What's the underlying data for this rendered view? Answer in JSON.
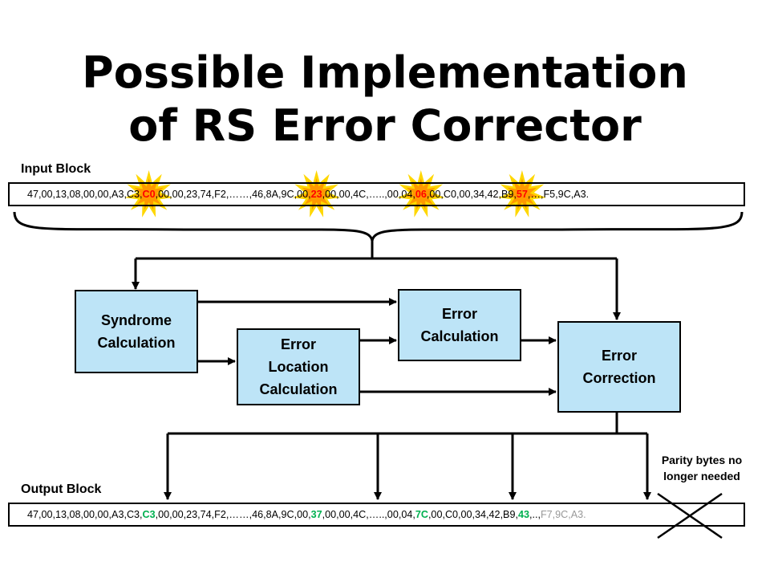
{
  "title": {
    "line1": "Possible Implementation",
    "line2": "of RS Error Corrector"
  },
  "input_block": {
    "label": "Input Block",
    "segments": [
      {
        "text": "47,00,13,08,00,00,A3,C3,",
        "kind": "normal"
      },
      {
        "text": "C0",
        "kind": "error"
      },
      {
        "text": ",00,00,23,74,F2,……,46,8A,9C,00,",
        "kind": "normal"
      },
      {
        "text": "23",
        "kind": "error"
      },
      {
        "text": ",00,00,4C,…..,00,04,",
        "kind": "normal"
      },
      {
        "text": "06",
        "kind": "error"
      },
      {
        "text": ",00,C0,00,34,42,B9,",
        "kind": "normal"
      },
      {
        "text": "57",
        "kind": "error"
      },
      {
        "text": ",…,F5,9C,A3.",
        "kind": "normal"
      }
    ]
  },
  "output_block": {
    "label": "Output Block",
    "segments": [
      {
        "text": "47,00,13,08,00,00,A3,C3,",
        "kind": "normal"
      },
      {
        "text": "C3",
        "kind": "corrected"
      },
      {
        "text": ",00,00,23,74,F2,……,46,8A,9C,00,",
        "kind": "normal"
      },
      {
        "text": "37",
        "kind": "corrected"
      },
      {
        "text": ",00,00,4C,…..,00,04,",
        "kind": "normal"
      },
      {
        "text": "7C",
        "kind": "corrected"
      },
      {
        "text": ",00,C0,00,34,42,B9,",
        "kind": "normal"
      },
      {
        "text": "43",
        "kind": "corrected"
      },
      {
        "text": ",..,",
        "kind": "normal"
      },
      {
        "text": "F7,9C,A3.",
        "kind": "faded"
      }
    ]
  },
  "boxes": {
    "syndrome": "Syndrome\nCalculation",
    "error_location": "Error\nLocation\nCalculation",
    "error_calc": "Error\nCalculation",
    "error_correction": "Error\nCorrection"
  },
  "note": "Parity bytes no\nlonger needed",
  "colors": {
    "box_fill": "#bde4f7",
    "error_text": "#ff0000",
    "corrected_text": "#00b050",
    "faded_text": "#999999",
    "burst_outer": "#ffd700",
    "burst_inner": "#ff9900"
  }
}
